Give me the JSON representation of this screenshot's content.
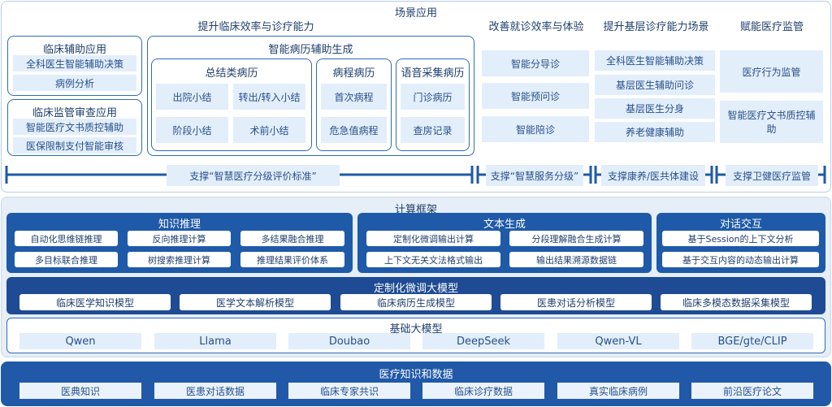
{
  "top": {
    "title": "场景应用",
    "col1_title": "提升临床效率与诊疗能力",
    "col2_title": "改善就诊效率与体验",
    "col3_title": "提升基层诊疗能力场景",
    "col4_title": "赋能医疗监管",
    "clinical_assist": {
      "title": "临床辅助应用",
      "items": [
        "全科医生智能辅助决策",
        "病例分析"
      ]
    },
    "clinical_audit": {
      "title": "临床监管审查应用",
      "items": [
        "智能医疗文书质控辅助",
        "医保限制支付智能审核"
      ]
    },
    "emr": {
      "title": "智能病历辅助生成",
      "summary": {
        "title": "总结类病历",
        "items": [
          "出院小结",
          "转出/转入小结",
          "阶段小结",
          "术前小结"
        ]
      },
      "course": {
        "title": "病程病历",
        "items": [
          "首次病程",
          "危急值病程"
        ]
      },
      "voice": {
        "title": "语音采集病历",
        "items": [
          "门诊病历",
          "查房记录"
        ]
      }
    },
    "service_items": [
      "智能分导诊",
      "智能预问诊",
      "智能陪诊"
    ],
    "grassroots_items": [
      "全科医生智能辅助决策",
      "基层医生辅助问诊",
      "基层医生分身",
      "养老健康辅助"
    ],
    "supervision_items": [
      "医疗行为监管",
      "智能医疗文书质控辅助"
    ],
    "support_labels": [
      "支撑“智慧医疗分级评价标准”",
      "支撑“智慧服务分级”",
      "支撑康养/医共体建设",
      "支撑卫健医疗监管"
    ]
  },
  "compute": {
    "title": "计算框架",
    "reasoning": {
      "title": "知识推理",
      "items": [
        "自动化思维链推理",
        "反向推理计算",
        "多结果融合推理",
        "多目标联合推理",
        "树搜索推理计算",
        "推理结果评价体系"
      ]
    },
    "textgen": {
      "title": "文本生成",
      "items": [
        "定制化微调输出计算",
        "分段理解融合生成计算",
        "上下文无关文法格式输出",
        "输出结果溯源数据链"
      ]
    },
    "dialog": {
      "title": "对话交互",
      "items": [
        "基于Session的上下文分析",
        "基于交互内容的动态输出计算"
      ]
    },
    "finetune": {
      "title": "定制化微调大模型",
      "items": [
        "临床医学知识模型",
        "医学文本解析模型",
        "临床病历生成模型",
        "医患对话分析模型",
        "临床多模态数据采集模型"
      ]
    }
  },
  "base_models": {
    "title": "基础大模型",
    "items": [
      "Qwen",
      "Llama",
      "Doubao",
      "DeepSeek",
      "Qwen-VL",
      "BGE/gte/CLIP"
    ]
  },
  "knowledge": {
    "title": "医疗知识和数据",
    "items": [
      "医典知识",
      "医患对话数据",
      "临床专家共识",
      "临床诊疗数据",
      "真实临床病例",
      "前沿医疗论文"
    ]
  }
}
